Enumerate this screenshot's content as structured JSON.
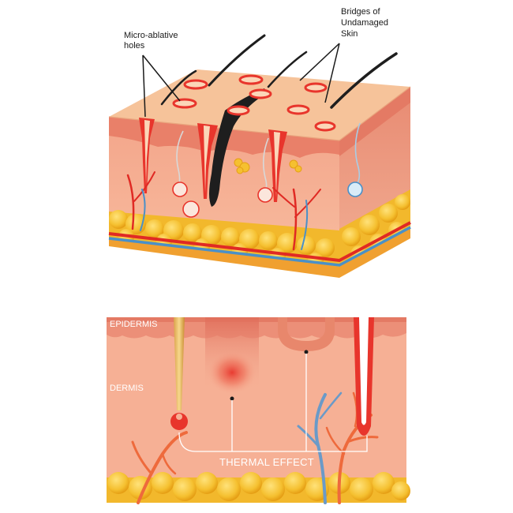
{
  "top_diagram": {
    "label_left_line1": "Micro-ablative",
    "label_left_line2": "holes",
    "label_right_line1": "Bridges of",
    "label_right_line2": "Undamaged",
    "label_right_line3": "Skin"
  },
  "bottom_diagram": {
    "label_epidermis": "EPIDERMIS",
    "label_dermis": "DERMIS",
    "label_thermal": "THERMAL EFFECT"
  },
  "colors": {
    "skin_surface": "#f6c39a",
    "epidermis": "#ec8f78",
    "dermis": "#f6b095",
    "fat": "#f5c030",
    "wound_red": "#e8352c",
    "artery": "#e02a24",
    "vein": "#4a90c8",
    "hair": "#1e1e1e"
  }
}
